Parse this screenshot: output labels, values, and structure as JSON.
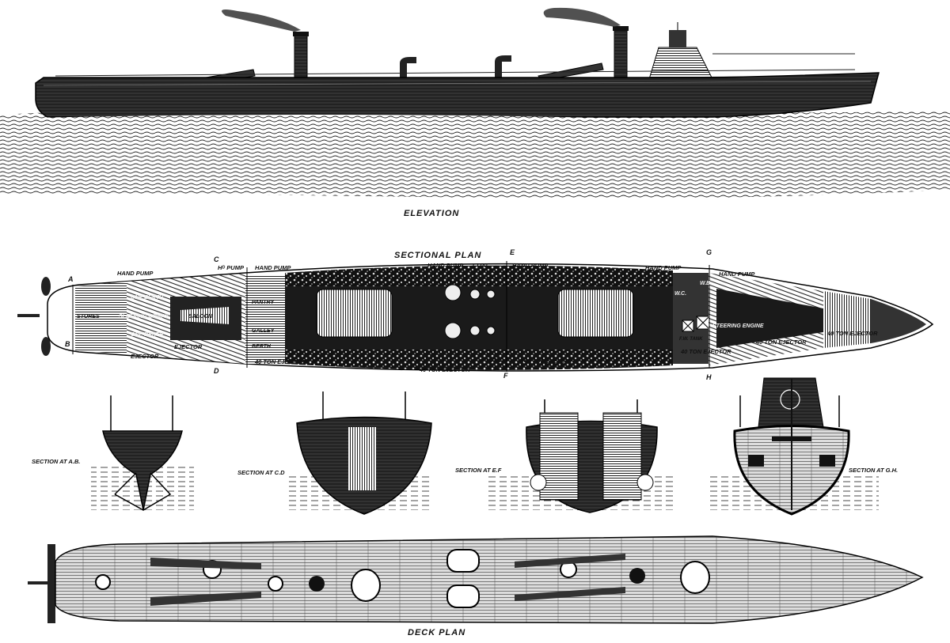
{
  "captions": {
    "elevation": "ELEVATION",
    "sectional_plan": "SECTIONAL PLAN",
    "deck_plan": "DECK PLAN"
  },
  "section_letters": {
    "a": "A",
    "b": "B",
    "c": "C",
    "d": "D",
    "e": "E",
    "f": "F",
    "g": "G",
    "h": "H"
  },
  "plan_labels": {
    "hand_pump_1": "HAND PUMP",
    "h_pump": "Hᴰ PUMP",
    "hand_pump_2": "HAND PUMP",
    "hand_pump_3": "HAND PUMP",
    "coal_top": "COAL",
    "hand_pump_4": "HAND PUMP",
    "hand_pump_5": "HAND PUMP",
    "hand_pump_6": "HAND PUMP",
    "stores": "STORES",
    "one_berth_top": "ONE BERTH",
    "sleeping_compy": "SLEEPING COMPY",
    "one_berth_bottom": "ONE BERTH",
    "saloon": "SALOON",
    "pantry": "PANTRY",
    "galley": "GALLEY",
    "berth": "BERTH",
    "ejector_1": "EJECTOR",
    "ejector_2": "EJECTOR",
    "ejector_40_1": "40 TON EJECTOR",
    "ejector_40_2": "40 TON EJECTOR",
    "coal_bottom": "COAL",
    "ejector_40_3": "40 TON EJECTOR",
    "ejector_40_4": "40 TON EJECTOR",
    "ejector_40_5": "40 TON EJECTOR",
    "ejector_40_6": "40 TON EJECTOR",
    "wc": "W.C.",
    "wb": "W.B.",
    "fw_tank": "F.W. TANK",
    "steering_engine": "STEERING ENGINE"
  },
  "section_labels": {
    "ab": "SECTION AT A.B.",
    "cd": "SECTION AT C.D",
    "ef": "SECTION AT E.F",
    "gh": "SECTION AT G.H."
  },
  "colors": {
    "ink": "#111111",
    "paper": "#ffffff"
  }
}
